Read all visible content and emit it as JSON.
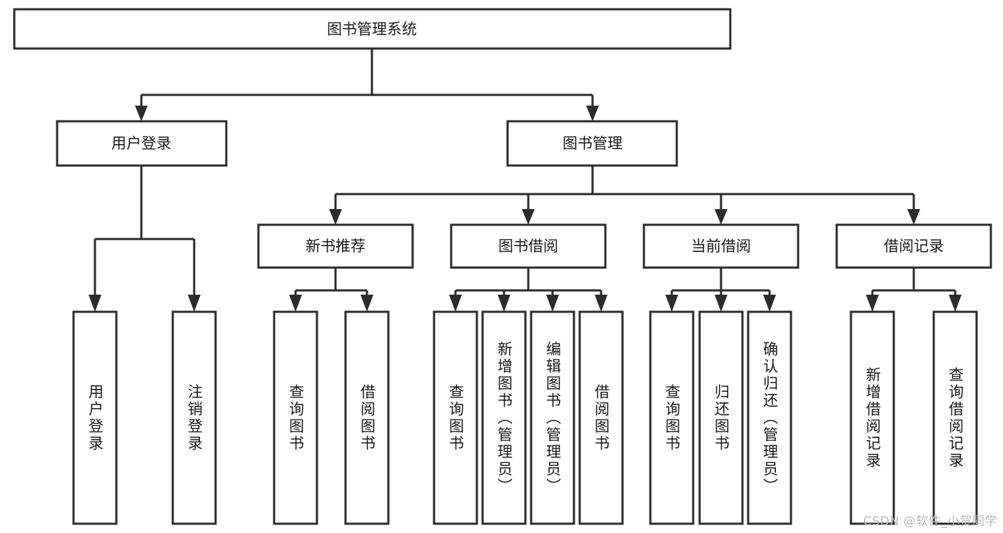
{
  "diagram": {
    "type": "tree",
    "title": "图书管理系统",
    "orientation": "top-down",
    "watermark": "CSDN @软件_小贺同学",
    "root": {
      "id": "root",
      "label": "图书管理系统"
    },
    "level2": [
      {
        "id": "user-login",
        "label": "用户登录"
      },
      {
        "id": "book-manage",
        "label": "图书管理"
      }
    ],
    "level3": [
      {
        "id": "new-book-recommend",
        "label": "新书推荐"
      },
      {
        "id": "book-borrow",
        "label": "图书借阅"
      },
      {
        "id": "current-borrow",
        "label": "当前借阅"
      },
      {
        "id": "borrow-record",
        "label": "借阅记录"
      }
    ],
    "leaves": {
      "user_login": [
        {
          "id": "leaf-user-login",
          "label": "用户登录"
        },
        {
          "id": "leaf-logout-login",
          "label": "注销登录"
        }
      ],
      "new_book_recommend": [
        {
          "id": "leaf-query-book-1",
          "label": "查询图书"
        },
        {
          "id": "leaf-borrow-book-1",
          "label": "借阅图书"
        }
      ],
      "book_borrow": [
        {
          "id": "leaf-query-book-2",
          "label": "查询图书"
        },
        {
          "id": "leaf-add-book",
          "label": "新增图书（管理员）"
        },
        {
          "id": "leaf-edit-book",
          "label": "编辑图书（管理员）"
        },
        {
          "id": "leaf-borrow-book-2",
          "label": "借阅图书"
        }
      ],
      "current_borrow": [
        {
          "id": "leaf-query-book-3",
          "label": "查询图书"
        },
        {
          "id": "leaf-return-book",
          "label": "归还图书"
        },
        {
          "id": "leaf-confirm-return",
          "label": "确认归还（管理员）"
        }
      ],
      "borrow_record": [
        {
          "id": "leaf-add-record",
          "label": "新增借阅记录"
        },
        {
          "id": "leaf-query-record",
          "label": "查询借阅记录"
        }
      ]
    },
    "colors": {
      "stroke": "#2b2b2b",
      "fill": "#ffffff",
      "text": "#1a1a1a",
      "watermark": "#b9b9b9"
    }
  }
}
